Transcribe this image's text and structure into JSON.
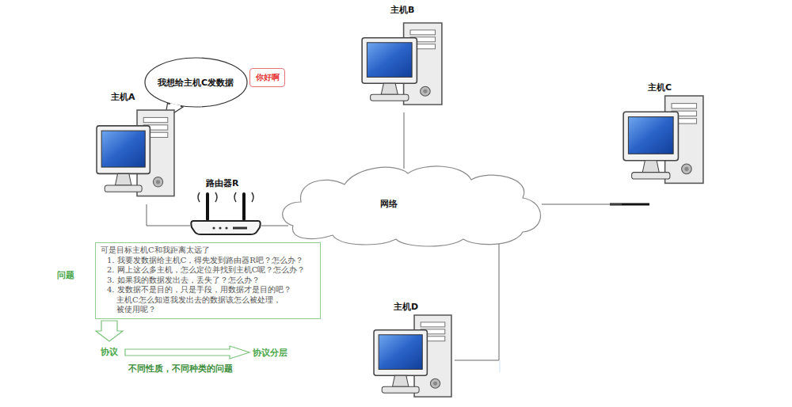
{
  "diagram": {
    "nodes": [
      {
        "text": [
          "我想给主机C发数据"
        ]
      },
      {
        "text": [
          "你好啊"
        ]
      },
      {
        "text": [
          "主机A"
        ]
      },
      {
        "text": [
          "主机B"
        ]
      },
      {
        "text": [
          "路由器R"
        ]
      },
      {
        "text": [
          "网络"
        ]
      },
      {
        "text": [
          "主机C"
        ]
      },
      {
        "text": [
          "可是目标主机C和我距离太远了",
          "1. 我要发数据给主机C，得先发到路由器R吧？怎么办？",
          "2. 网上这么多主机，怎么定位并找到主机C呢？怎么办？",
          "3. 如果我的数据发出去，丢失了？怎么办？",
          "4. 发数据不是目的，只是手段，用数据才是目的吧？ 主机C怎么知道我发出去的数据该怎么被处理，被使用呢？"
        ]
      },
      {
        "text": [
          "主机D"
        ]
      }
    ],
    "edges": [
      {
        "from": 2,
        "to": 4,
        "arrow": "none"
      },
      {
        "from": 4,
        "to": 5,
        "arrow": "none"
      },
      {
        "from": 3,
        "to": 5,
        "arrow": "none"
      },
      {
        "from": 5,
        "to": 6,
        "arrow": "none"
      },
      {
        "from": 5,
        "to": 8,
        "arrow": "none"
      }
    ],
    "labels": [
      "问题",
      "协议",
      "协议分层",
      "不同性质，不同种类的问题"
    ]
  }
}
